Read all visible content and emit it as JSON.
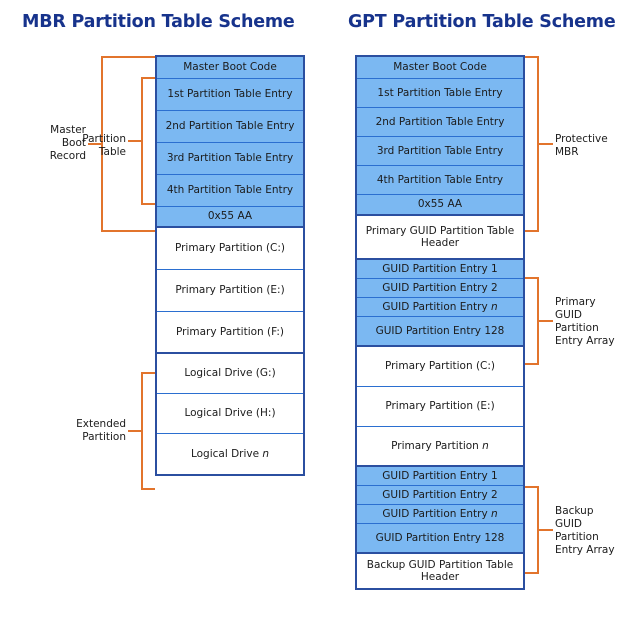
{
  "titles": {
    "mbr": "MBR Partition Table Scheme",
    "gpt": "GPT Partition Table Scheme"
  },
  "colors": {
    "title_blue": "#17338c",
    "block_fill_blue": "#7bb8f2",
    "block_border_blue": "#2b6fd0",
    "column_border_blue": "#2b4fa0",
    "bracket_orange": "#e2742c",
    "background": "#ffffff",
    "text": "#1b1b1b"
  },
  "mbr": {
    "blocks": [
      {
        "label": "Master Boot Code",
        "filled": true
      },
      {
        "label": "1st Partition Table Entry",
        "filled": true
      },
      {
        "label": "2nd Partition Table Entry",
        "filled": true
      },
      {
        "label": "3rd Partition Table Entry",
        "filled": true
      },
      {
        "label": "4th Partition Table Entry",
        "filled": true
      },
      {
        "label": "0x55 AA",
        "filled": true
      },
      {
        "label": "Primary Partition (C:)",
        "filled": false
      },
      {
        "label": "Primary Partition (E:)",
        "filled": false
      },
      {
        "label": "Primary Partition (F:)",
        "filled": false
      },
      {
        "label": "Logical Drive (G:)",
        "filled": false
      },
      {
        "label": "Logical Drive (H:)",
        "filled": false
      },
      {
        "label": "Logical Drive n",
        "filled": false,
        "italic_tail": "n"
      }
    ],
    "labels": {
      "master_boot_record": "Master\nBoot\nRecord",
      "partition_table": "Partition\nTable",
      "extended_partition": "Extended\nPartition"
    }
  },
  "gpt": {
    "blocks": [
      {
        "label": "Master Boot Code",
        "filled": true
      },
      {
        "label": "1st Partition Table Entry",
        "filled": true
      },
      {
        "label": "2nd Partition Table Entry",
        "filled": true
      },
      {
        "label": "3rd Partition Table Entry",
        "filled": true
      },
      {
        "label": "4th Partition Table Entry",
        "filled": true
      },
      {
        "label": "0x55 AA",
        "filled": true
      },
      {
        "label": "Primary GUID Partition Table Header",
        "filled": false
      },
      {
        "label": "GUID Partition Entry 1",
        "filled": true
      },
      {
        "label": "GUID Partition Entry 2",
        "filled": true
      },
      {
        "label": "GUID Partition Entry n",
        "filled": true,
        "italic_tail": "n"
      },
      {
        "label": "GUID Partition Entry 128",
        "filled": true
      },
      {
        "label": "Primary Partition (C:)",
        "filled": false
      },
      {
        "label": "Primary Partition (E:)",
        "filled": false
      },
      {
        "label": "Primary Partition n",
        "filled": false,
        "italic_tail": "n"
      },
      {
        "label": "GUID Partition Entry 1",
        "filled": true
      },
      {
        "label": "GUID Partition Entry 2",
        "filled": true
      },
      {
        "label": "GUID Partition Entry n",
        "filled": true,
        "italic_tail": "n"
      },
      {
        "label": "GUID Partition Entry 128",
        "filled": true
      },
      {
        "label": "Backup GUID Partition Table Header",
        "filled": false
      }
    ],
    "labels": {
      "protective_mbr": "Protective\nMBR",
      "primary_array": "Primary\nGUID\nPartition\nEntry Array",
      "backup_array": "Backup\nGUID\nPartition\nEntry Array"
    }
  }
}
